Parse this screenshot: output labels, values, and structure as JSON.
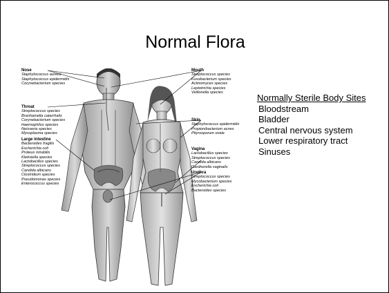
{
  "slide": {
    "title": "Normal Flora"
  },
  "figure": {
    "labels": [
      {
        "heading": "Nose",
        "species": [
          "Staphylococcus aureus",
          "Staphylococcus epidermidis",
          "Corynebacterium species"
        ]
      },
      {
        "heading": "Throat",
        "species": [
          "Streptococcus species",
          "Branhamella catarrhalis",
          "Corynebacterium species",
          "Haemophilus species",
          "Neisseria species",
          "Mycoplasma species"
        ]
      },
      {
        "heading": "Large intestine",
        "species": [
          "Bacteroides fragilis",
          "Escherichia coli",
          "Proteus mirabilis",
          "Klebsiella species",
          "Lactobacillus species",
          "Streptococcus species",
          "Candida albicans",
          "Clostridium species",
          "Pseudomonas species",
          "Enterococcus species"
        ]
      },
      {
        "heading": "Mouth",
        "species": [
          "Streptococcus species",
          "Fusobacterium species",
          "Actinomyces species",
          "Leptotrichia species",
          "Veillonella species"
        ]
      },
      {
        "heading": "Skin",
        "species": [
          "Staphylococcus epidermidis",
          "Propionibacterium acnes",
          "Pityrosporum ovale"
        ]
      },
      {
        "heading": "Vagina",
        "species": [
          "Lactobacillus species",
          "Streptococcus species",
          "Candida albicans",
          "Gardnerella vaginalis"
        ]
      },
      {
        "heading": "Urethra",
        "species": [
          "Streptococcus species",
          "Mycobacterium species",
          "Escherichia coli",
          "Bacteroides species"
        ]
      }
    ]
  },
  "sterile_sites": {
    "heading": "Normally Sterile Body Sites",
    "items": [
      "Bloodstream",
      "Bladder",
      "Central nervous system",
      "Lower respiratory tract",
      "Sinuses"
    ]
  }
}
